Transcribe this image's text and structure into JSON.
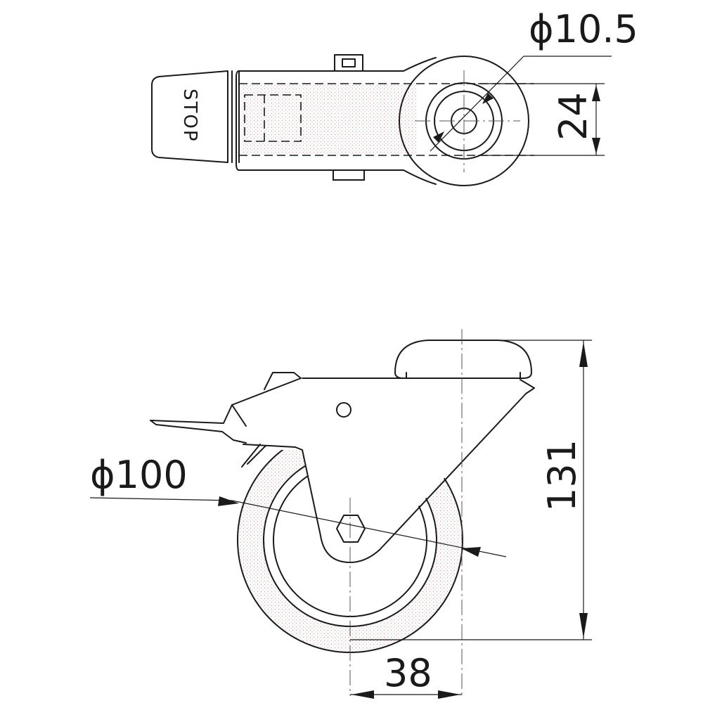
{
  "top_view": {
    "brake_label": "STOP",
    "bolt_hole_diameter": "ϕ10.5",
    "width_dim": "24"
  },
  "side_view": {
    "wheel_diameter": "ϕ100",
    "height_dim": "131",
    "offset_dim": "38"
  },
  "colors": {
    "line": "#1a1a1a",
    "tread_dots": "#d9a0a0",
    "centerline": "#555555"
  }
}
